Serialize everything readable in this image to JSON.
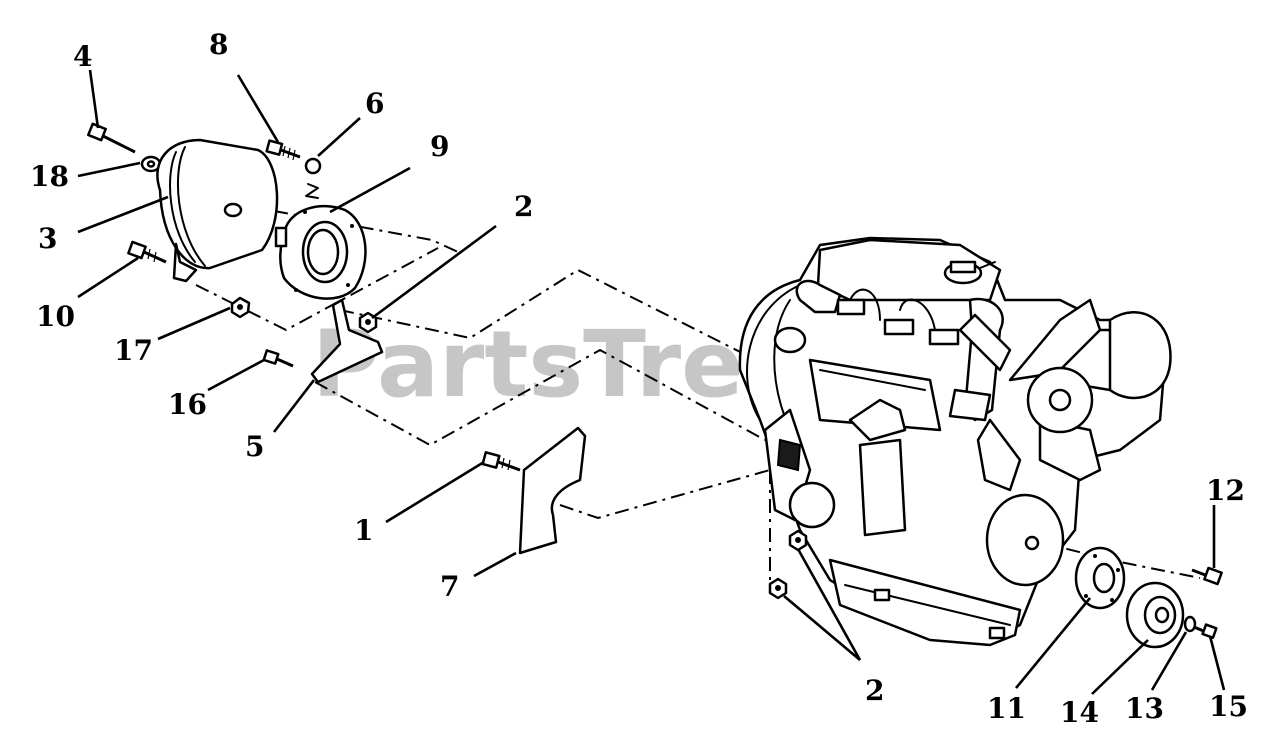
{
  "watermark": "PartsTree",
  "callouts": [
    {
      "id": "c4",
      "text": "4"
    },
    {
      "id": "c8",
      "text": "8"
    },
    {
      "id": "c6",
      "text": "6"
    },
    {
      "id": "c9",
      "text": "9"
    },
    {
      "id": "c18",
      "text": "18"
    },
    {
      "id": "c3",
      "text": "3"
    },
    {
      "id": "c2a",
      "text": "2"
    },
    {
      "id": "c10",
      "text": "10"
    },
    {
      "id": "c17",
      "text": "17"
    },
    {
      "id": "c16",
      "text": "16"
    },
    {
      "id": "c5",
      "text": "5"
    },
    {
      "id": "c1",
      "text": "1"
    },
    {
      "id": "c7",
      "text": "7"
    },
    {
      "id": "c12",
      "text": "12"
    },
    {
      "id": "c2b",
      "text": "2"
    },
    {
      "id": "c11",
      "text": "11"
    },
    {
      "id": "c14",
      "text": "14"
    },
    {
      "id": "c13",
      "text": "13"
    },
    {
      "id": "c15",
      "text": "15"
    }
  ]
}
